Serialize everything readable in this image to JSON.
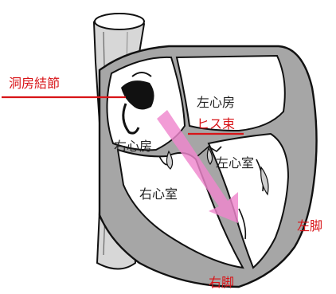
{
  "labels": {
    "sa_node": "洞房結節",
    "his_bundle": "ヒス束",
    "left_atrium": "左心房",
    "right_atrium": "右心房",
    "left_ventricle": "左心室",
    "right_ventricle": "右心室",
    "left_bundle": "左脚",
    "right_bundle": "右脚"
  },
  "colors": {
    "annotation_red": "#d81418",
    "arrow_pink": "#ef86cd",
    "wall_gray": "#a6a6a6",
    "outline": "#111111",
    "text_black": "#222222"
  }
}
